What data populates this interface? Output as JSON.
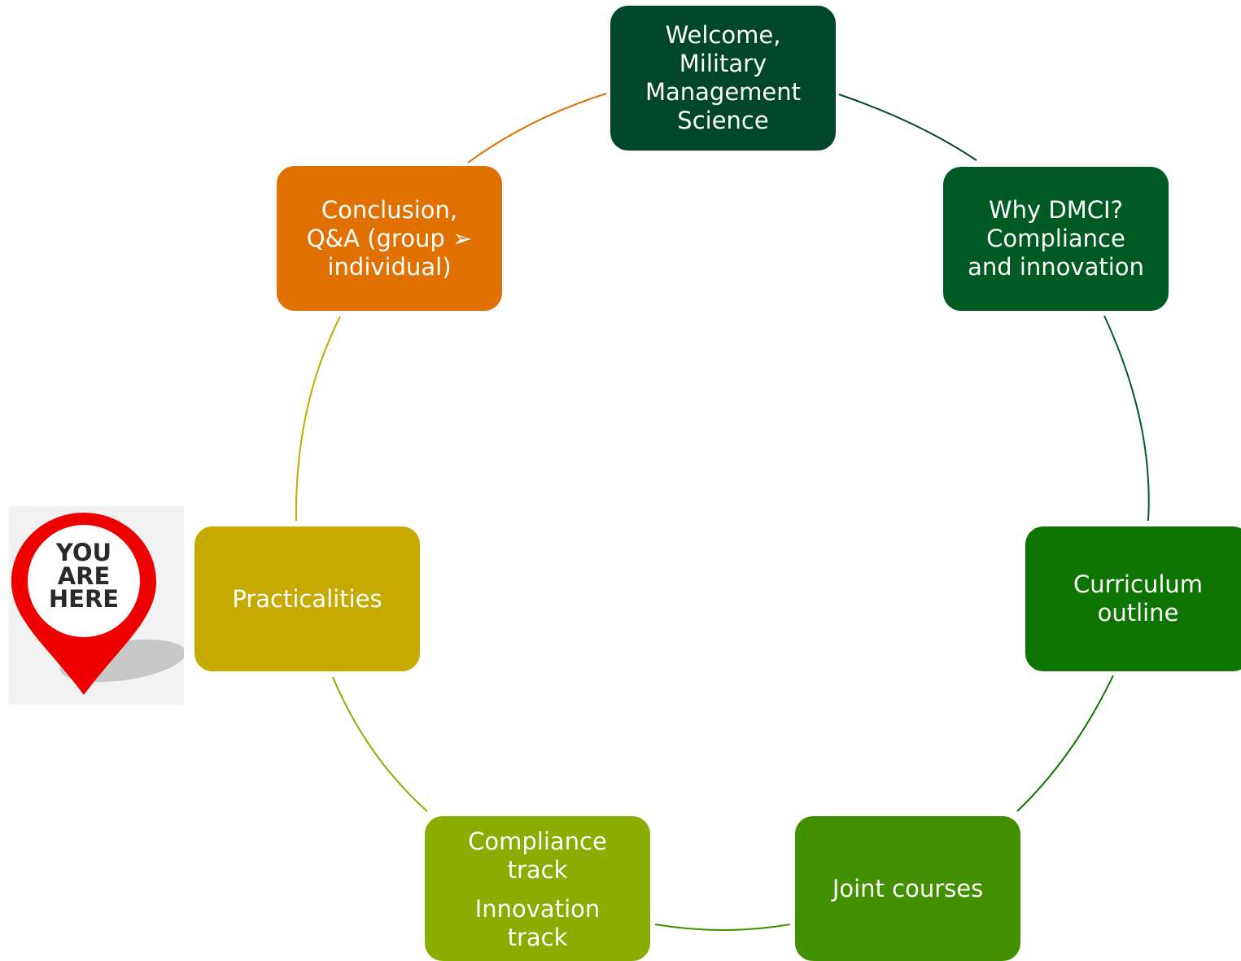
{
  "diagram": {
    "nodes": [
      {
        "id": "welcome",
        "lines": [
          "Welcome,",
          "Military",
          "Management",
          "Science"
        ],
        "color": "#00462a"
      },
      {
        "id": "why",
        "lines": [
          "Why DMCI?",
          "Compliance",
          "and innovation"
        ],
        "color": "#005a24"
      },
      {
        "id": "curriculum",
        "lines": [
          "Curriculum",
          "outline"
        ],
        "color": "#0e7400"
      },
      {
        "id": "joint",
        "lines": [
          "Joint courses"
        ],
        "color": "#428f00"
      },
      {
        "id": "tracks",
        "lines": [
          "Compliance",
          "track",
          "Innovation",
          "track"
        ],
        "color": "#8bac00"
      },
      {
        "id": "practical",
        "lines": [
          "Practicalities"
        ],
        "color": "#c7aa00"
      },
      {
        "id": "conclusion",
        "lines": [
          "Conclusion,",
          "Q&A (group ➢",
          "individual)"
        ],
        "color": "#e07000"
      }
    ],
    "connector_colors": [
      "#00462a",
      "#005a24",
      "#0e7400",
      "#428f00",
      "#8bac00",
      "#c7aa00",
      "#e07000"
    ]
  },
  "pin": {
    "lines": [
      "YOU",
      "ARE",
      "HERE"
    ],
    "color": "#ee0000"
  }
}
